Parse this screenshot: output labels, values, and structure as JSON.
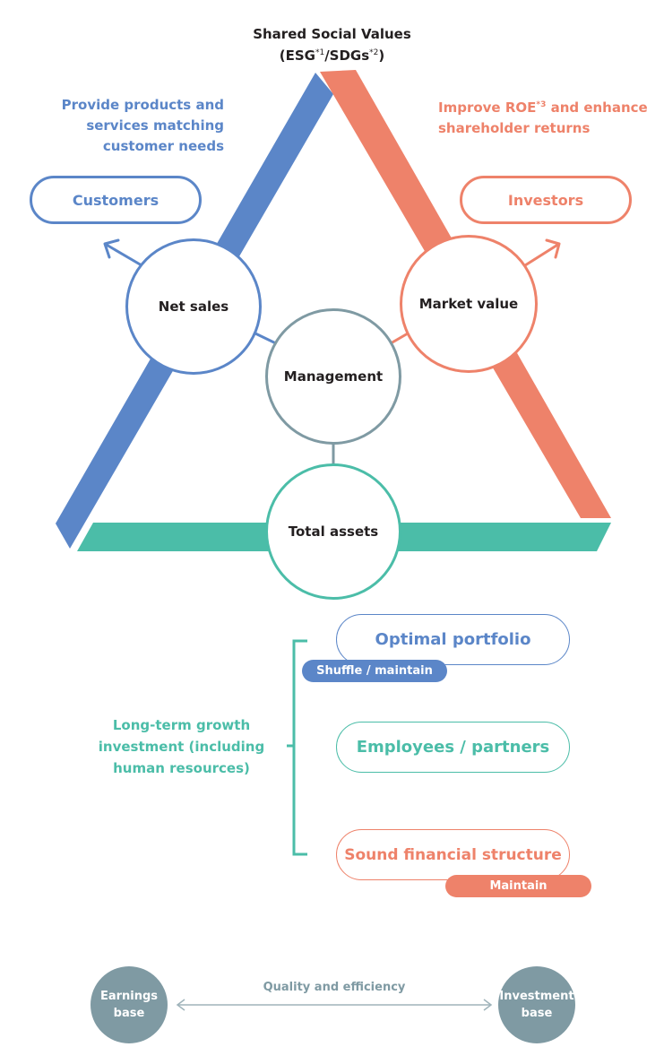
{
  "header": {
    "title_line1": "Shared Social Values",
    "title_esg": "(ESG",
    "title_sup1": "*1",
    "title_sdgs": "/SDGs",
    "title_sup2": "*2",
    "title_close": ")"
  },
  "customers_side": {
    "caption_line1": "Provide products and",
    "caption_line2": "services matching",
    "caption_line3": "customer needs",
    "pill_label": "Customers"
  },
  "investors_side": {
    "caption_line1_a": "Improve ROE",
    "caption_line1_sup": "*3",
    "caption_line1_b": " and enhance",
    "caption_line2": "shareholder returns",
    "pill_label": "Investors"
  },
  "nodes": {
    "net_sales": "Net sales",
    "market_value": "Market value",
    "management": "Management",
    "total_assets": "Total assets"
  },
  "investment": {
    "caption_line1": "Long-term growth",
    "caption_line2": "investment (including",
    "caption_line3": "human resources)",
    "items": [
      {
        "label": "Optimal portfolio",
        "tag": "Shuffle / maintain"
      },
      {
        "label": "Employees / partners"
      },
      {
        "label": "Sound financial structure",
        "tag": "Maintain"
      }
    ]
  },
  "footer": {
    "left_line1": "Earnings",
    "left_line2": "base",
    "arrow_label": "Quality and efficiency",
    "right_line1": "Investment",
    "right_line2": "base"
  },
  "colors": {
    "blue": "#5b86c8",
    "orange": "#ee826a",
    "teal": "#4bbda8",
    "gray": "#7f9aa3"
  }
}
